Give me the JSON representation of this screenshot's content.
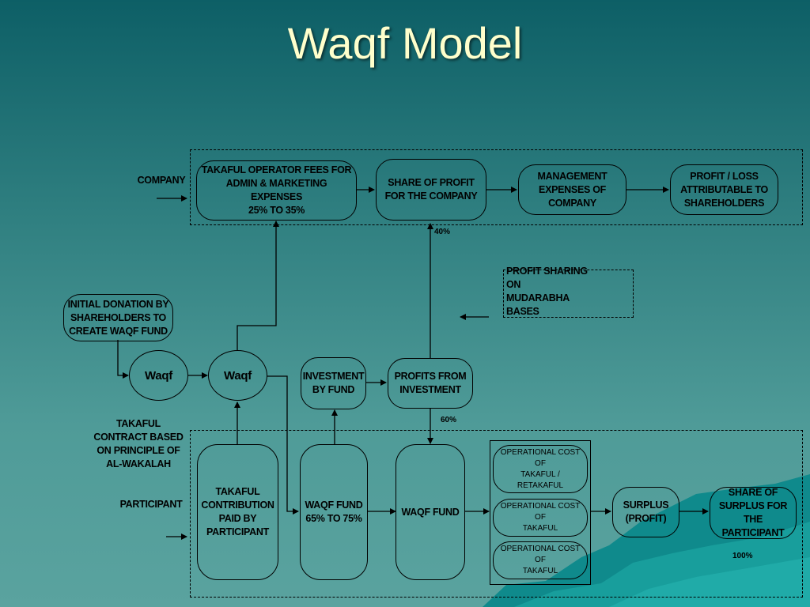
{
  "title": "Waqf Model",
  "labels": {
    "company": "COMPANY",
    "participant": "PARTICIPANT",
    "takaful_contract": "TAKAFUL\nCONTRACT BASED\nON PRINCIPLE OF\nAL-WAKALAH",
    "pct_40": "40%",
    "pct_60": "60%",
    "pct_100": "100%"
  },
  "boxes": {
    "operator_fees": "TAKAFUL OPERATOR FEES FOR\nADMIN & MARKETING EXPENSES\n25% TO 35%",
    "share_profit_company": "SHARE OF PROFIT\nFOR THE COMPANY",
    "management_expenses": "MANAGEMENT\nEXPENSES OF\nCOMPANY",
    "profit_loss_shareholders": "PROFIT / LOSS\nATTRIBUTABLE TO\nSHAREHOLDERS",
    "profit_sharing_mudarabha": "PROFIT SHARING ON\nMUDARABHA BASES",
    "initial_donation": "INITIAL DONATION BY\nSHAREHOLDERS TO\nCREATE WAQF FUND",
    "waqf_1": "Waqf",
    "waqf_2": "Waqf",
    "investment_by_fund": "INVESTMENT\nBY FUND",
    "profits_from_investment": "PROFITS  FROM\nINVESTMENT",
    "takaful_contribution": "TAKAFUL\nCONTRIBUTION\nPAID BY\nPARTICIPANT",
    "waqf_fund_pct": "WAQF FUND\n65% TO 75%",
    "waqf_fund": "WAQF FUND",
    "op_cost_retakaful": "OPERATIONAL  COST OF\nTAKAFUL / RETAKAFUL",
    "op_cost_takaful_1": "OPERATIONAL  COST OF\nTAKAFUL",
    "op_cost_takaful_2": "OPERATIONAL  COST OF\nTAKAFUL",
    "surplus_profit": "SURPLUS\n(PROFIT)",
    "share_surplus_participant": "SHARE OF\nSURPLUS FOR\nTHE PARTICIPANT"
  }
}
